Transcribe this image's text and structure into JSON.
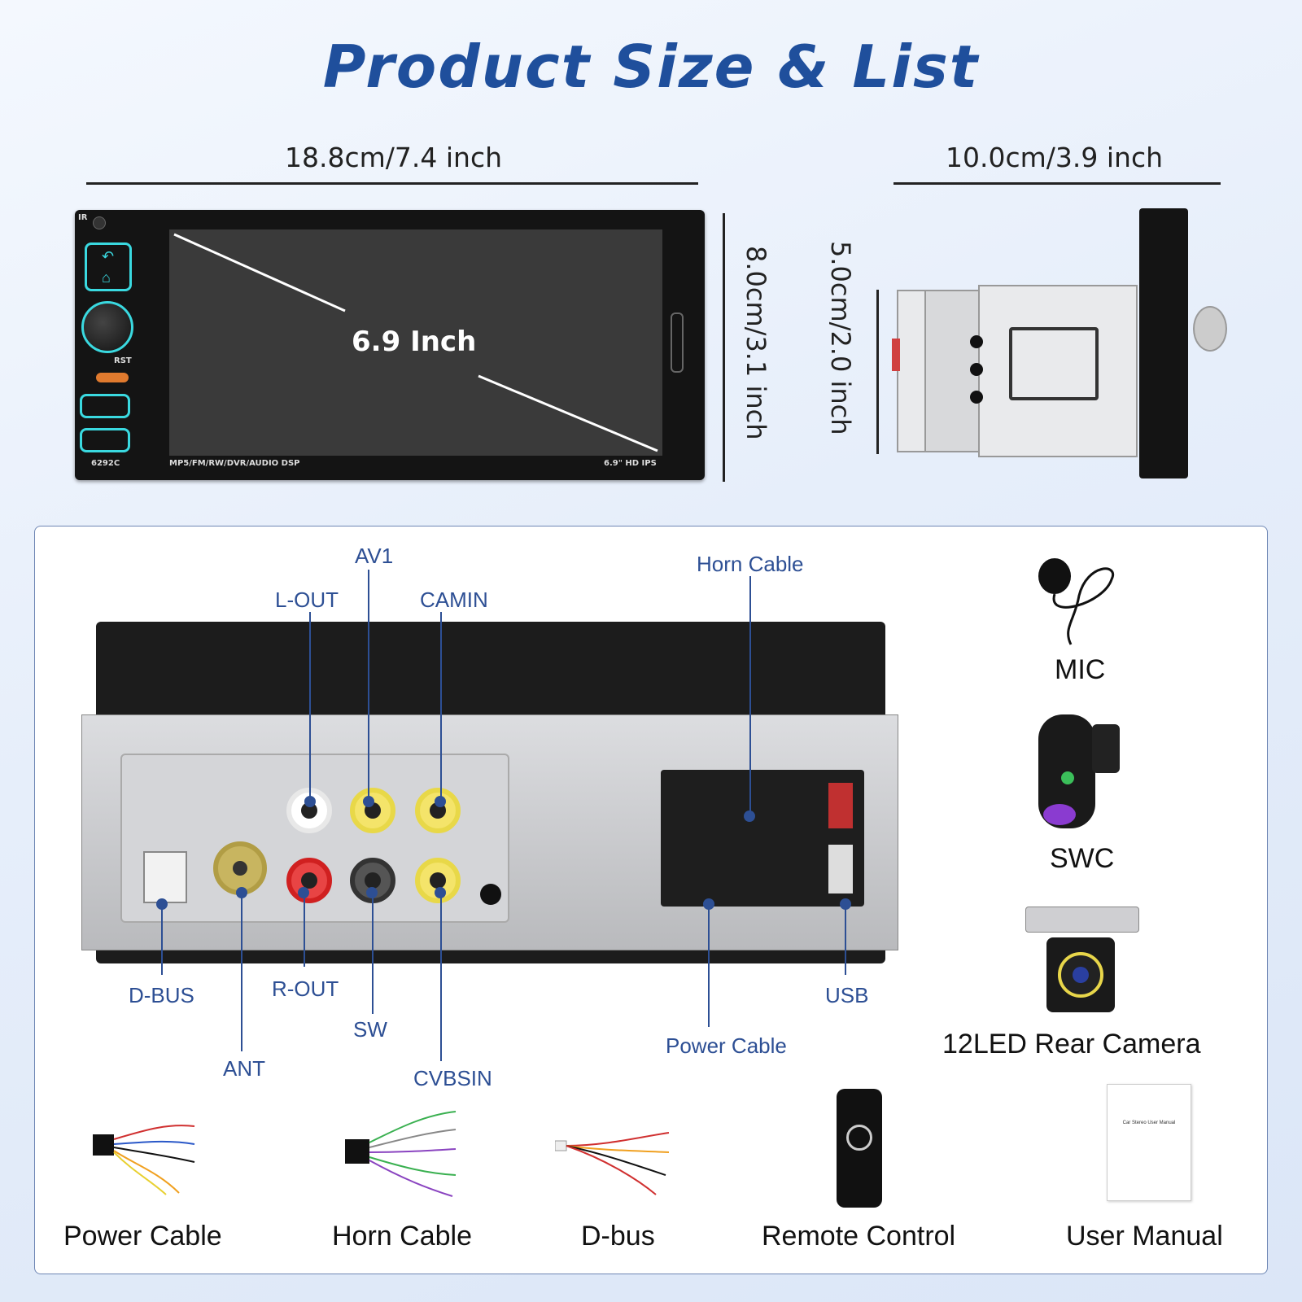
{
  "title": "Product Size & List",
  "dimensions": {
    "front_width": "18.8cm/7.4 inch",
    "side_depth": "10.0cm/3.9 inch",
    "front_height": "8.0cm/3.1 inch",
    "side_height": "5.0cm/2.0 inch"
  },
  "front_unit": {
    "screen_size": "6.9 Inch",
    "bottom_left_text": "MP5/FM/RW/DVR/AUDIO DSP",
    "bottom_right_text": "6.9\" HD IPS",
    "model": "6292C",
    "ir_label": "IR",
    "rst_label": "RST"
  },
  "connectors": [
    {
      "label": "AV1"
    },
    {
      "label": "L-OUT"
    },
    {
      "label": "CAMIN"
    },
    {
      "label": "Horn Cable"
    },
    {
      "label": "D-BUS"
    },
    {
      "label": "R-OUT"
    },
    {
      "label": "USB"
    },
    {
      "label": "SW"
    },
    {
      "label": "Power Cable"
    },
    {
      "label": "ANT"
    },
    {
      "label": "CVBSIN"
    }
  ],
  "accessories_right": [
    {
      "label": "MIC"
    },
    {
      "label": "SWC"
    },
    {
      "label": "12LED Rear Camera"
    }
  ],
  "accessories_bottom": [
    {
      "label": "Power Cable"
    },
    {
      "label": "Horn Cable"
    },
    {
      "label": "D-bus"
    },
    {
      "label": "Remote Control"
    },
    {
      "label": "User Manual"
    }
  ],
  "manual_cover_text": "Car Stereo User Manual",
  "colors": {
    "title": "#1f4f9c",
    "accent": "#2d4f94",
    "cyan": "#3ad9e0"
  }
}
